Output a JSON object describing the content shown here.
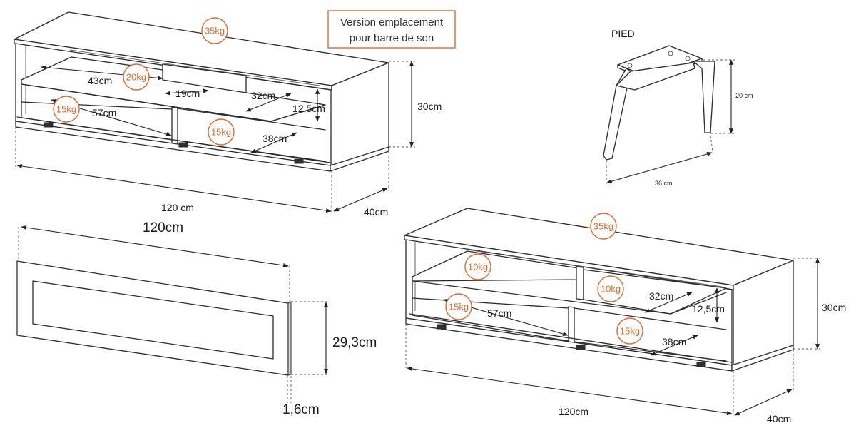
{
  "note": {
    "line1": "Version emplacement",
    "line2": "pour barre de son"
  },
  "top_unit": {
    "weight_top": "35kg",
    "weight_upper_shelf": "20kg",
    "weight_left_bottom": "15kg",
    "weight_right_bottom": "15kg",
    "dim_43": "43cm",
    "dim_19": "19cm",
    "dim_32": "32cm",
    "dim_12_5": "12,5cm",
    "dim_57": "57cm",
    "dim_38": "38cm",
    "height": "30cm",
    "width": "120 cm",
    "depth": "40cm"
  },
  "foot": {
    "title": "PIED",
    "height": "20 cm",
    "width": "36 cm"
  },
  "front_panel": {
    "width": "120cm",
    "height": "29,3cm",
    "thickness": "1,6cm"
  },
  "bottom_unit": {
    "weight_top": "35kg",
    "weight_left_shelf": "10kg",
    "weight_right_shelf": "10kg",
    "weight_left_bottom": "15kg",
    "weight_right_bottom": "15kg",
    "dim_32": "32cm",
    "dim_12_5": "12,5cm",
    "dim_57": "57cm",
    "dim_38": "38cm",
    "height": "30cm",
    "width": "120cm",
    "depth": "40cm"
  },
  "colors": {
    "accent": "#e06a2c",
    "line": "#2b2b2b"
  }
}
